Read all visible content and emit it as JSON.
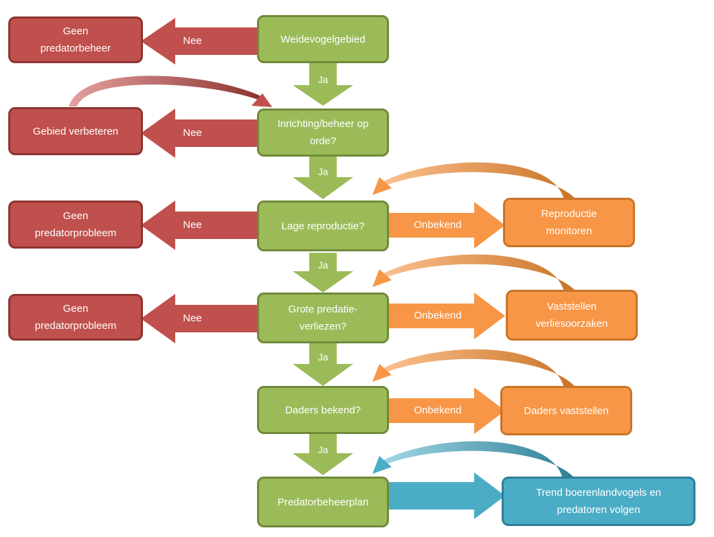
{
  "nodes": {
    "weidevogelgebied": "Weidevogelgebied",
    "inrichting": "Inrichting/beheer op orde?",
    "lage_reproductie": "Lage reproductie?",
    "grote_predatie": "Grote predatie-verliezen?",
    "daders_bekend": "Daders bekend?",
    "predatorbeheerplan": "Predatorbeheerplan",
    "geen_predatorbeheer": "Geen predatorbeheer",
    "gebied_verbeteren": "Gebied verbeteren",
    "geen_predatorprobleem_1": "Geen predatorprobleem",
    "geen_predatorprobleem_2": "Geen predatorprobleem",
    "reproductie_monitoren": "Reproductie monitoren",
    "vaststellen_verliesoorzaken": "Vaststellen verliesoorzaken",
    "daders_vaststellen": "Daders vaststellen",
    "trend_volgen": "Trend boerenlandvogels en predatoren volgen"
  },
  "edges": {
    "ja": "Ja",
    "nee": "Nee",
    "onbekend": "Onbekend"
  },
  "colors": {
    "green": "#9bbb59",
    "red": "#c0504d",
    "orange": "#f79646",
    "teal": "#4bacc6"
  }
}
